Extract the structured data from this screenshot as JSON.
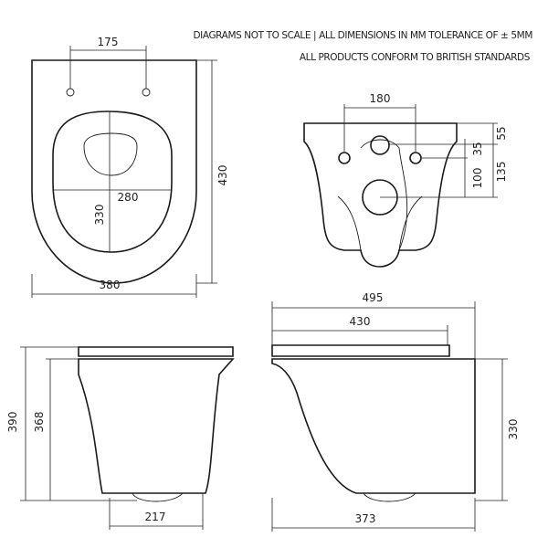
{
  "notes": {
    "line1": "DIAGRAMS NOT TO SCALE | ALL DIMENSIONS IN MM TOLERANCE OF ± 5MM",
    "line2": "ALL PRODUCTS CONFORM TO BRITISH STANDARDS"
  },
  "plan_view": {
    "fixing_centres": "175",
    "length": "430",
    "seat_width": "280",
    "seat_length": "330",
    "width": "380"
  },
  "rear_view": {
    "fixing_centres": "180",
    "top_to_inlet": "55",
    "inlet_to_fixings": "35",
    "fixings_to_outlet": "100",
    "top_to_outlet": "135"
  },
  "side_view_front": {
    "overall_height": "390",
    "pan_height": "368",
    "outlet_width": "217"
  },
  "side_view_profile": {
    "overall_projection": "495",
    "seat_projection": "430",
    "pan_height": "330",
    "outlet_projection": "373"
  }
}
